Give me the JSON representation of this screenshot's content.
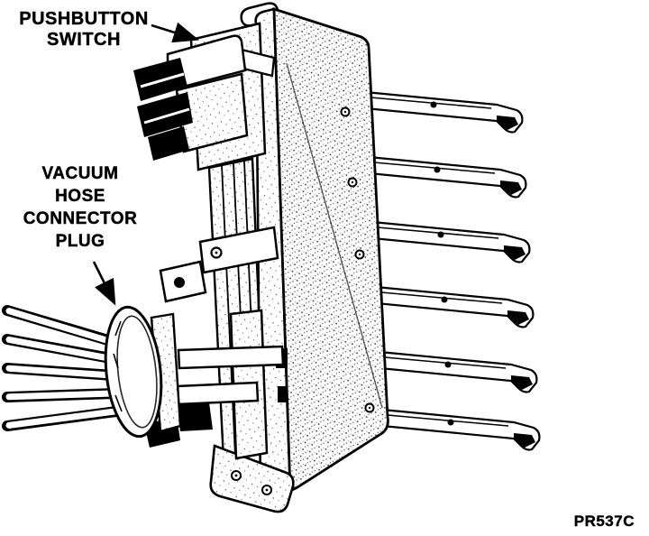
{
  "figure": {
    "paper_color": "#ffffff",
    "ink_color": "#000000"
  },
  "labels": {
    "pushbutton_switch_lines": [
      "PUSHBUTTON",
      "SWITCH"
    ],
    "vacuum_plug_lines": [
      "VACUUM",
      "HOSE",
      "CONNECTOR",
      "PLUG"
    ],
    "reference_code": "PR537C"
  }
}
